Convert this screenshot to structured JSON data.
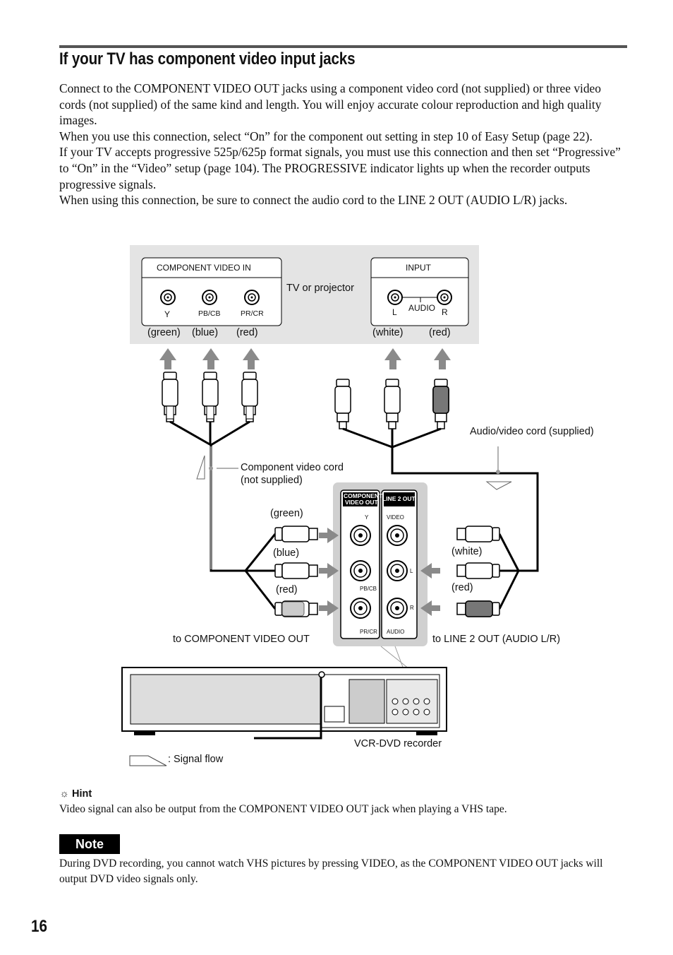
{
  "heading": "If your TV has component video input jacks",
  "paragraphs": [
    "Connect to the COMPONENT VIDEO OUT jacks using a component video cord (not supplied) or three video cords (not supplied) of the same kind and length. You will enjoy accurate colour reproduction and high quality images.",
    "When you use this connection, select “On” for the component out setting in step 10 of Easy Setup (page 22).",
    "If your TV accepts progressive 525p/625p format signals, you must use this connection and then set “Progressive” to “On” in the “Video” setup (page 104). The PROGRESSIVE indicator lights up when the recorder outputs progressive signals.",
    "When using this connection, be sure to connect the audio cord to the LINE 2 OUT (AUDIO L/R) jacks."
  ],
  "diagram": {
    "tv_panel": {
      "component_header": "COMPONENT VIDEO IN",
      "jack_y": "Y",
      "jack_pb": "PB/CB",
      "jack_pr": "PR/CR",
      "device_label": "TV or projector",
      "input_header": "INPUT",
      "audio_l": "L",
      "audio_label": "AUDIO",
      "audio_r": "R",
      "color_green": "(green)",
      "color_blue": "(blue)",
      "color_red": "(red)",
      "color_white": "(white)",
      "color_red2": "(red)"
    },
    "av_cord_label": "Audio/video cord (supplied)",
    "component_cord_label_1": "Component video cord",
    "component_cord_label_2": "(not supplied)",
    "recorder_panel": {
      "component_header_1": "COMPONENT",
      "component_header_2": "VIDEO OUT",
      "line2_header": "LINE 2 OUT",
      "jack_y": "Y",
      "jack_pb": "PB/CB",
      "jack_pr": "PR/CR",
      "video": "VIDEO",
      "l": "L",
      "r": "R",
      "audio": "AUDIO"
    },
    "left_plug_green": "(green)",
    "left_plug_blue": "(blue)",
    "left_plug_red": "(red)",
    "right_plug_white": "(white)",
    "right_plug_red": "(red)",
    "to_component": "to COMPONENT VIDEO OUT",
    "to_line2": "to LINE 2 OUT (AUDIO L/R)",
    "recorder_label": "VCR-DVD recorder",
    "signal_flow": ": Signal flow"
  },
  "hint": {
    "title": "Hint",
    "text": "Video signal can also be output from the COMPONENT VIDEO OUT jack when playing a VHS tape."
  },
  "note": {
    "title": "Note",
    "text": "During DVD recording, you cannot watch VHS pictures by pressing VIDEO, as the COMPONENT VIDEO OUT jacks will output DVD video signals only."
  },
  "page_number": "16",
  "colors": {
    "panel_gray": "#e4e4e4",
    "arrow_gray": "#8a8a8a",
    "rule": "#555555"
  }
}
